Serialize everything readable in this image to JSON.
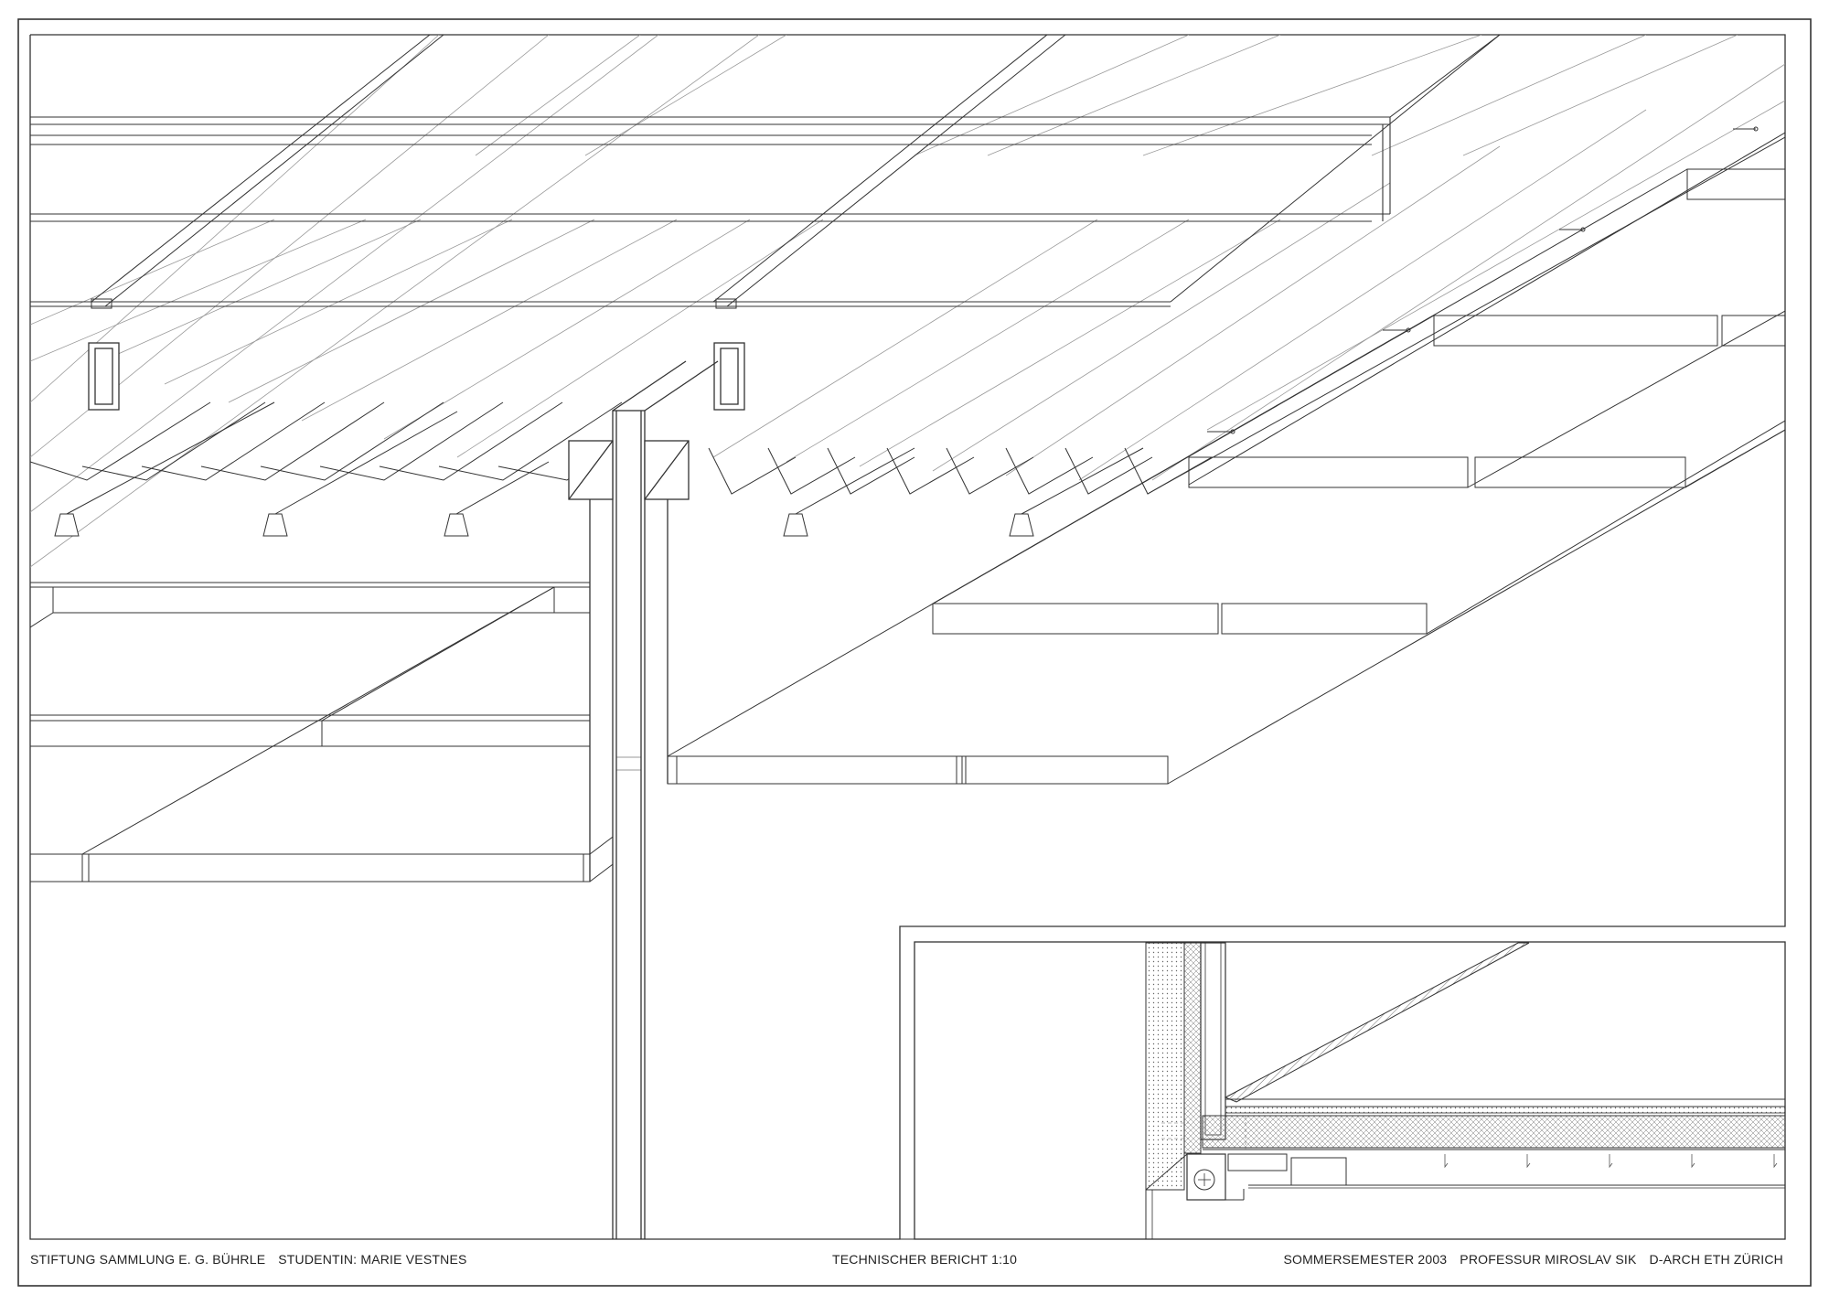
{
  "footer": {
    "project": "STIFTUNG SAMMLUNG E. G. BÜHRLE",
    "student": "STUDENTIN: MARIE VESTNES",
    "title": "TECHNISCHER BERICHT 1:10",
    "semester": "SOMMERSEMESTER 2003",
    "professor": "PROFESSUR MIROSLAV SIK",
    "school": "D-ARCH ETH ZÜRICH"
  },
  "colors": {
    "line": "#333333",
    "thin_line": "#888888",
    "background": "#ffffff"
  }
}
